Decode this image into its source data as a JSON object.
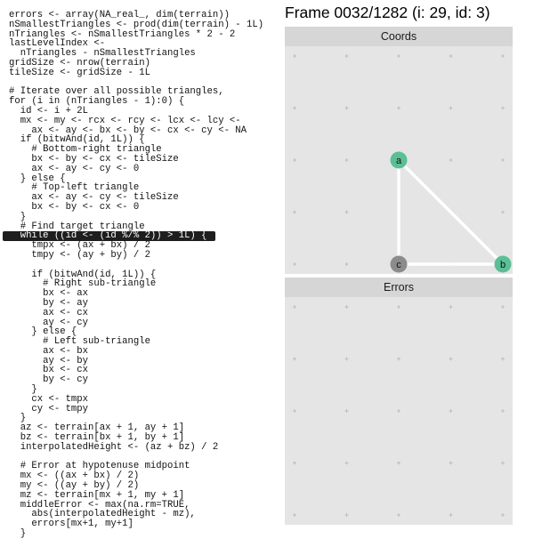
{
  "frame_title": "Frame 0032/1282 (i: 29, id: 3)",
  "code": {
    "highlight_index": 23,
    "lines": [
      "errors <- array(NA_real_, dim(terrain))",
      "nSmallestTriangles <- prod(dim(terrain) - 1L)",
      "nTriangles <- nSmallestTriangles * 2 - 2",
      "lastLevelIndex <-",
      "  nTriangles - nSmallestTriangles",
      "gridSize <- nrow(terrain)",
      "tileSize <- gridSize - 1L",
      "",
      "# Iterate over all possible triangles,",
      "for (i in (nTriangles - 1):0) {",
      "  id <- i + 2L",
      "  mx <- my <- rcx <- rcy <- lcx <- lcy <-",
      "    ax <- ay <- bx <- by <- cx <- cy <- NA",
      "  if (bitwAnd(id, 1L)) {",
      "    # Bottom-right triangle",
      "    bx <- by <- cx <- tileSize",
      "    ax <- ay <- cy <- 0",
      "  } else {",
      "    # Top-left triangle",
      "    ax <- ay <- cy <- tileSize",
      "    bx <- by <- cx <- 0",
      "  }",
      "  # Find target triangle",
      "  while ((id <- (id %/% 2)) > 1L) {",
      "    tmpx <- (ax + bx) / 2",
      "    tmpy <- (ay + by) / 2",
      "",
      "    if (bitwAnd(id, 1L)) {",
      "      # Right sub-triangle",
      "      bx <- ax",
      "      by <- ay",
      "      ax <- cx",
      "      ay <- cy",
      "    } else {",
      "      # Left sub-triangle",
      "      ax <- bx",
      "      ay <- by",
      "      bx <- cx",
      "      by <- cy",
      "    }",
      "    cx <- tmpx",
      "    cy <- tmpy",
      "  }",
      "  az <- terrain[ax + 1, ay + 1]",
      "  bz <- terrain[bx + 1, by + 1]",
      "  interpolatedHeight <- (az + bz) / 2",
      "",
      "  # Error at hypotenuse midpoint",
      "  mx <- ((ax + bx) / 2)",
      "  my <- ((ay + by) / 2)",
      "  mz <- terrain[mx + 1, my + 1]",
      "  middleError <- max(na.rm=TRUE,",
      "    abs(interpolatedHeight - mz),",
      "    errors[mx+1, my+1]",
      "  }"
    ]
  },
  "coords_panel": {
    "title": "Coords",
    "grid_size": 5,
    "nodes": [
      {
        "label": "a",
        "x": 2,
        "y": 2,
        "color": "#5bbf95"
      },
      {
        "label": "b",
        "x": 4,
        "y": 0,
        "color": "#5bbf95"
      },
      {
        "label": "c",
        "x": 2,
        "y": 0,
        "color": "#8c8c8c"
      }
    ],
    "edges": [
      [
        "a",
        "b"
      ],
      [
        "a",
        "c"
      ],
      [
        "c",
        "b"
      ]
    ]
  },
  "errors_panel": {
    "title": "Errors",
    "grid_size": 5
  }
}
